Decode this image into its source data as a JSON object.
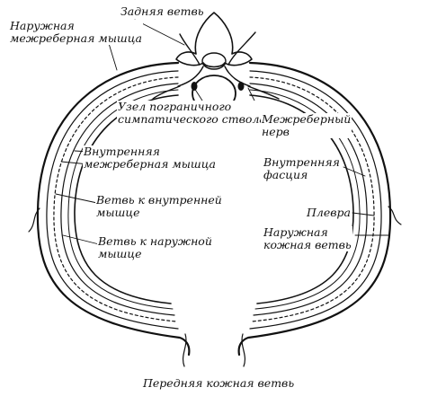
{
  "labels": {
    "posterior_branch": "Задняя ветвь",
    "external_intercostal": "Наружная\nмежреберная мышца",
    "sympathetic_ganglion": "Узел пограничного\nсимпатического ствола",
    "intercostal_nerve": "Межреберный\nнерв",
    "internal_intercostal": "Внутренняя\nмежреберная мышца",
    "internal_fascia": "Внутренняя\nфасция",
    "branch_to_internal": "Ветвь к внутренней\nмышце",
    "pleura": "Плевра",
    "lateral_cutaneous": "Наружная\nкожная ветвь",
    "branch_to_external": "Ветвь к наружной\nмышце",
    "anterior_cutaneous": "Передняя кожная ветвь"
  }
}
